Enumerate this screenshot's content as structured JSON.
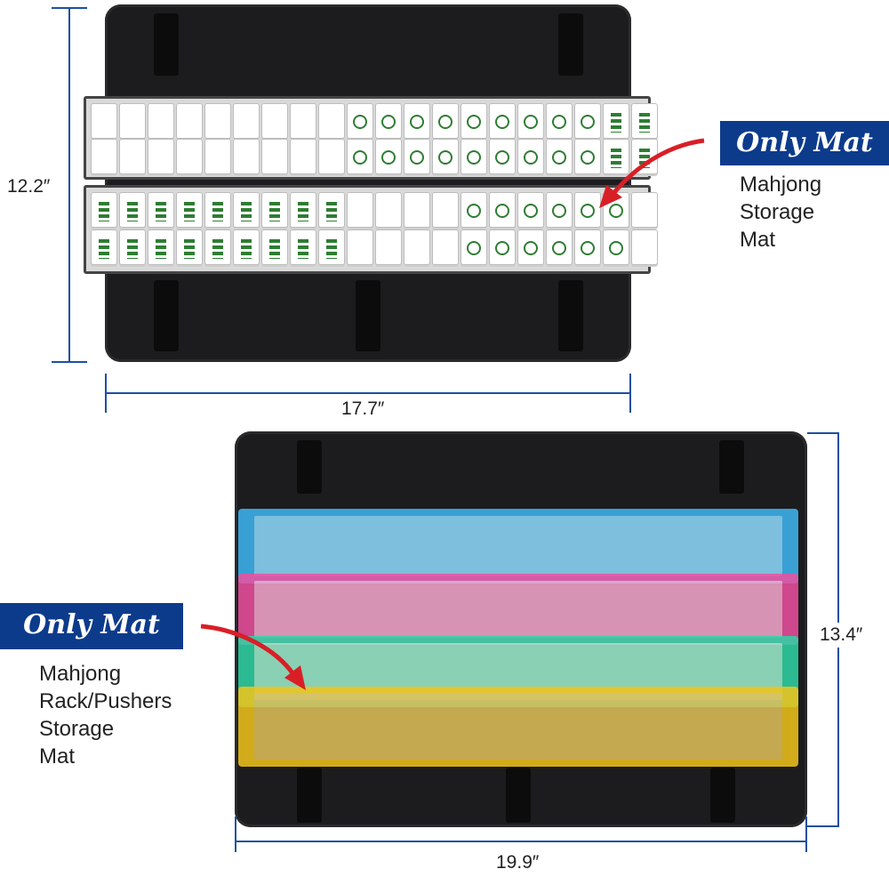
{
  "top": {
    "badge": "Only Mat",
    "desc_lines": [
      "Mahjong",
      "Storage",
      "Mat"
    ],
    "height_label": "12.2″",
    "width_label": "17.7″"
  },
  "bottom": {
    "badge": "Only Mat",
    "desc_lines": [
      "Mahjong",
      "Rack/Pushers",
      "Storage",
      "Mat"
    ],
    "height_label": "13.4″",
    "width_label": "19.9″"
  },
  "colors": {
    "badge_bg": "#0d3b8c",
    "mat": "#1c1c1e",
    "arrow": "#d81f26",
    "rack_colors": [
      "#3fb8f5",
      "#ef4fa0",
      "#2ed6a6",
      "#f2c51a"
    ]
  }
}
